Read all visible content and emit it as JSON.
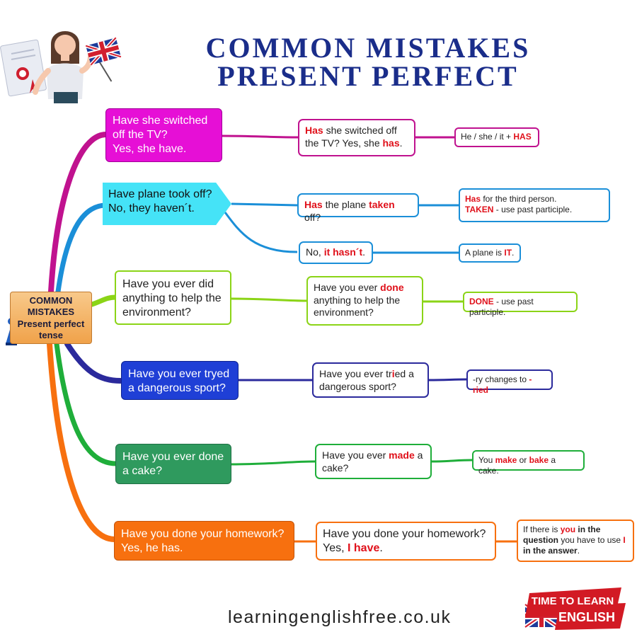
{
  "title": {
    "line1": "COMMON MISTAKES",
    "line2": "PRESENT PERFECT"
  },
  "root": {
    "line1": "COMMON",
    "line2": "MISTAKES",
    "line3": "Present perfect",
    "line4": "tense"
  },
  "colors": {
    "magenta": "#e60fd6",
    "cyan": "#45e3f7",
    "lime": "#8bd417",
    "blue": "#1f3fd6",
    "green": "#2f9a5e",
    "orange": "#f7700f",
    "branch_navy": "#2b2a9c",
    "title_blue": "#1a2d8a",
    "highlight_red": "#e0101a"
  },
  "mistakes": [
    {
      "q": {
        "l1": "Have she switched",
        "l2": "off the TV?",
        "l3": "Yes, she have."
      },
      "a": {
        "p1": "Has",
        "p2": " she switched off",
        "p3": "the TV? Yes, she ",
        "p4": "has",
        "p5": "."
      },
      "n": {
        "p1": "He / she / it + ",
        "p2": "HAS"
      }
    },
    {
      "q": {
        "l1": "Have plane took off?",
        "l2": "No, they haven´t."
      },
      "a": {
        "p1": "Has",
        "p2": " the plane ",
        "p3": "taken",
        "p4": " off?"
      },
      "n": {
        "p1": "Has",
        "p2": " for the third person.",
        "p3": "TAKEN",
        "p4": " - use past participle."
      },
      "a2": {
        "p1": "No, ",
        "p2": "it hasn´t",
        "p3": "."
      },
      "n2": {
        "p1": "A plane is ",
        "p2": "IT",
        "p3": "."
      }
    },
    {
      "q": {
        "l1": "Have you ever did",
        "l2": "anything to help the",
        "l3": "environment?"
      },
      "a": {
        "p1": "Have you ever ",
        "p2": "done",
        "p3": "anything to help the",
        "p4": "environment?"
      },
      "n": {
        "p1": "DONE",
        "p2": " - use past participle."
      }
    },
    {
      "q": {
        "l1": "Have you ever tryed",
        "l2": "a dangerous sport?"
      },
      "a": {
        "p1": "Have you ever tr",
        "p2": "i",
        "p3": "ed a",
        "p4": "dangerous sport?"
      },
      "n": {
        "p1": "-ry changes to ",
        "p2": "-ried"
      }
    },
    {
      "q": {
        "l1": "Have you ever done",
        "l2": "a cake?"
      },
      "a": {
        "p1": "Have you ever ",
        "p2": "made",
        "p3": " a",
        "p4": "cake?"
      },
      "n": {
        "p1": "You ",
        "p2": "make",
        "p3": " or ",
        "p4": "bake",
        "p5": " a cake."
      }
    },
    {
      "q": {
        "l1": "Have you done your homework?",
        "l2": "Yes, he has."
      },
      "a": {
        "p1": "Have you done your homework?",
        "p2": "Yes, ",
        "p3": "I have",
        "p4": "."
      },
      "n": {
        "p1": "If there is ",
        "p2": "you",
        "p3": " in the",
        "p4": "question",
        "p5": " you have to use ",
        "p6": "I",
        "p7": "in the answer",
        "p8": "."
      }
    }
  ],
  "footer": {
    "website": "learningenglishfree.co.uk"
  },
  "badge": {
    "line1": "TIME TO LEARN",
    "line2": "ENGLISH"
  }
}
